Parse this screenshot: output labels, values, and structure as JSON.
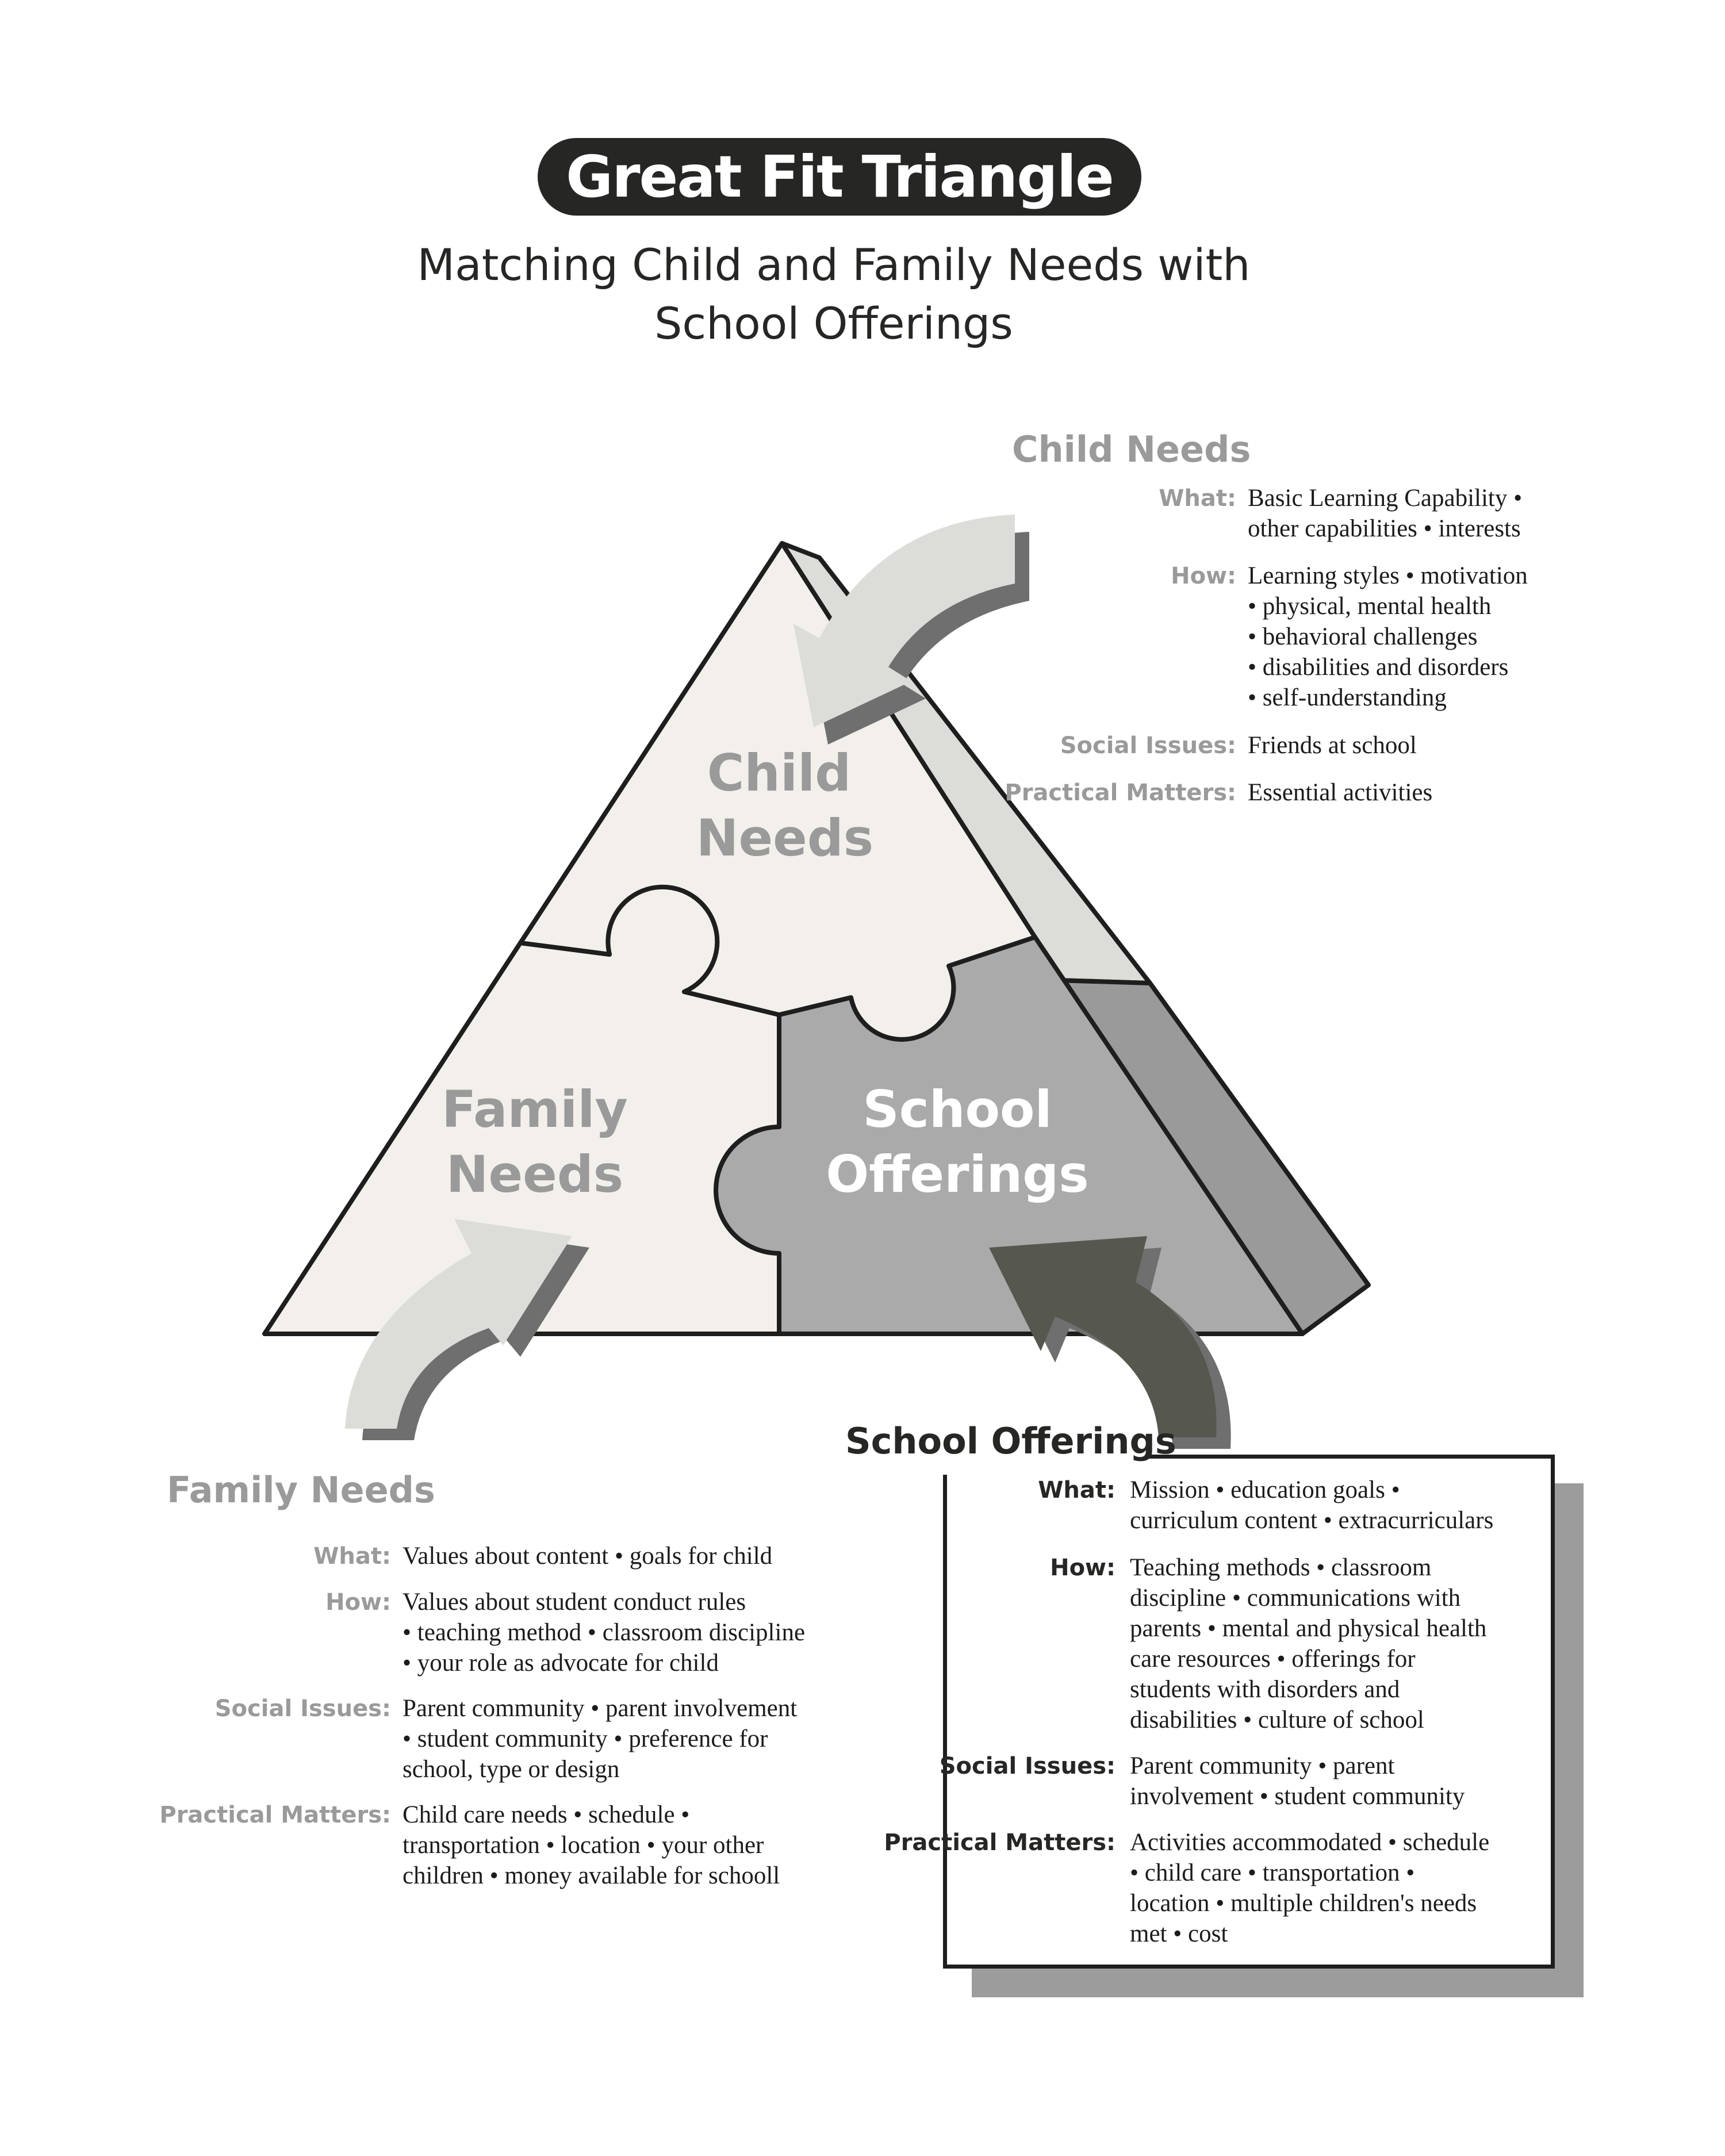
{
  "header": {
    "title": "Great Fit Triangle",
    "subtitle_lines": [
      "Matching Child and Family Needs with",
      "School Offerings"
    ]
  },
  "triangle": {
    "child_label": [
      "Child",
      "Needs"
    ],
    "family_label": [
      "Family",
      "Needs"
    ],
    "school_label": [
      "School",
      "Offerings"
    ]
  },
  "child_needs": {
    "heading": "Child Needs",
    "rows": [
      {
        "label": "What:",
        "lines": [
          "Basic Learning Capability •",
          "other capabilities • interests"
        ]
      },
      {
        "label": "How:",
        "lines": [
          "Learning styles • motivation",
          "• physical, mental health",
          "• behavioral challenges",
          "• disabilities and disorders",
          "• self-understanding"
        ]
      },
      {
        "label": "Social Issues:",
        "lines": [
          "Friends at school"
        ]
      },
      {
        "label": "Practical Matters:",
        "lines": [
          "Essential activities"
        ]
      }
    ]
  },
  "family_needs": {
    "heading": "Family Needs",
    "rows": [
      {
        "label": "What:",
        "lines": [
          "Values about content • goals for child"
        ]
      },
      {
        "label": "How:",
        "lines": [
          "Values about student conduct rules",
          "• teaching method • classroom discipline",
          "• your role as advocate for child"
        ]
      },
      {
        "label": "Social Issues:",
        "lines": [
          "Parent community •  parent involvement",
          "• student community •  preference for",
          "school, type or design"
        ]
      },
      {
        "label": "Practical Matters:",
        "lines": [
          "Child care needs • schedule •",
          "transportation • location • your other",
          "children • money available for schooll"
        ]
      }
    ]
  },
  "school_offerings": {
    "heading": "School Offerings",
    "rows": [
      {
        "label": "What:",
        "lines": [
          "Mission • education goals •",
          "curriculum content • extracurriculars"
        ]
      },
      {
        "label": "How:",
        "lines": [
          "Teaching methods • classroom",
          "discipline • communications with",
          "parents • mental and physical health",
          "care resources • offerings for",
          "students with disorders and",
          "disabilities • culture of school"
        ]
      },
      {
        "label": "Social Issues:",
        "lines": [
          "Parent community • parent",
          "involvement • student community"
        ]
      },
      {
        "label": "Practical Matters:",
        "lines": [
          "Activities accommodated • schedule",
          "• child care • transportation •",
          "location • multiple children's needs",
          "met • cost"
        ]
      }
    ]
  }
}
